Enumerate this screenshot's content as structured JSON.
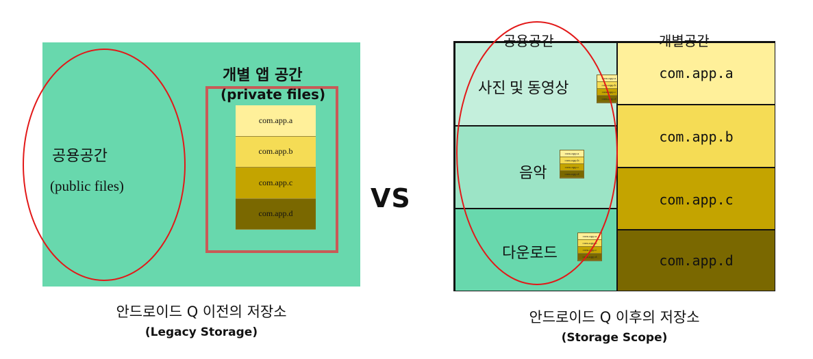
{
  "legacy": {
    "public_label": "공용공간",
    "public_sub": "(public files)",
    "private_title": "개별 앱 공간",
    "private_sub": "(private files)",
    "apps": [
      "com.app.a",
      "com.app.b",
      "com.app.c",
      "com.app.d"
    ],
    "caption": "안드로이드 Q 이전의 저장소",
    "caption_sub": "(Legacy Storage)"
  },
  "vs": "VS",
  "scope": {
    "public_header": "공용공간",
    "private_header": "개별공간",
    "public_rows": [
      "사진 및 동영상",
      "음악",
      "다운로드"
    ],
    "apps": [
      "com.app.a",
      "com.app.b",
      "com.app.c",
      "com.app.d"
    ],
    "caption": "안드로이드 Q 이후의 저장소",
    "caption_sub": "(Storage Scope)"
  },
  "colors": {
    "public_green": "#68d8ad",
    "public_light_1": "#c4efdc",
    "public_light_2": "#9ce4c6",
    "app_a": "#fff09a",
    "app_b": "#f5dc55",
    "app_c": "#c4a400",
    "app_d": "#7a6800",
    "private_box_border": "#c85a57",
    "highlight_ellipse": "#e21818"
  }
}
